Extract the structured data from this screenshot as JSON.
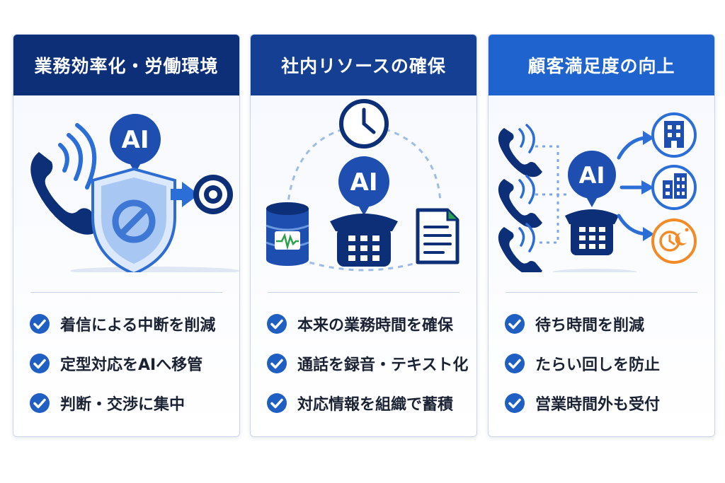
{
  "colors": {
    "header_dark": "#0d2f78",
    "header_medium": "#153f93",
    "header_bright": "#1f63cf",
    "accent_blue": "#1f5fc4",
    "accent_orange": "#f28a25"
  },
  "cards": [
    {
      "title": "業務効率化・労働環境",
      "badge": "AI",
      "icons": [
        "phone-icon",
        "signal-waves-icon",
        "shield-icon",
        "block-icon",
        "arrow-right-icon",
        "target-icon"
      ],
      "items": [
        "着信による中断を削減",
        "定型対応をAIへ移管",
        "判断・交渉に集中"
      ]
    },
    {
      "title": "社内リソースの確保",
      "badge": "AI",
      "icons": [
        "clock-icon",
        "database-icon",
        "waveform-icon",
        "desk-phone-icon",
        "document-icon"
      ],
      "items": [
        "本来の業務時間を確保",
        "通話を録音・テキスト化",
        "対応情報を組織で蓄積"
      ]
    },
    {
      "title": "顧客満足度の向上",
      "badge": "AI",
      "icons": [
        "phone-icon",
        "desk-phone-icon",
        "office-building-icon",
        "company-building-icon",
        "after-hours-icon"
      ],
      "items": [
        "待ち時間を削減",
        "たらい回しを防止",
        "営業時間外も受付"
      ]
    }
  ]
}
